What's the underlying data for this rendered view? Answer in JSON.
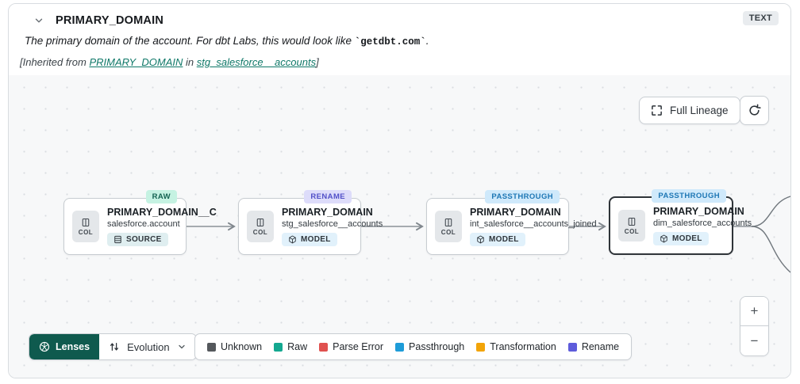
{
  "header": {
    "title": "PRIMARY_DOMAIN",
    "type_badge": "TEXT",
    "description": {
      "prefix": "The primary domain of the account. For dbt Labs, this would look like ",
      "code": "`getdbt.com`",
      "suffix": "."
    },
    "inherited": {
      "prefix": "[Inherited from ",
      "column_link": "PRIMARY_DOMAIN",
      "middle": " in ",
      "model_link": "stg_salesforce__accounts",
      "suffix": "]"
    }
  },
  "lineage": {
    "full_lineage_button": "Full Lineage",
    "nodes": [
      {
        "status": "RAW",
        "col_label": "COL",
        "title": "PRIMARY_DOMAIN__C",
        "subtitle": "salesforce.account",
        "resource": "SOURCE"
      },
      {
        "status": "RENAME",
        "col_label": "COL",
        "title": "PRIMARY_DOMAIN",
        "subtitle": "stg_salesforce__accounts",
        "resource": "MODEL"
      },
      {
        "status": "PASSTHROUGH",
        "col_label": "COL",
        "title": "PRIMARY_DOMAIN",
        "subtitle": "int_salesforce__accounts_joined",
        "resource": "MODEL"
      },
      {
        "status": "PASSTHROUGH",
        "col_label": "COL",
        "title": "PRIMARY_DOMAIN",
        "subtitle": "dim_salesforce_accounts",
        "resource": "MODEL"
      }
    ]
  },
  "toolbar": {
    "lenses_label": "Lenses",
    "lens_selected": "Evolution"
  },
  "legend": {
    "items": [
      {
        "label": "Unknown",
        "color": "#54585C"
      },
      {
        "label": "Raw",
        "color": "#14A890"
      },
      {
        "label": "Parse Error",
        "color": "#E0514F"
      },
      {
        "label": "Passthrough",
        "color": "#1E9CD8"
      },
      {
        "label": "Transformation",
        "color": "#F2A408"
      },
      {
        "label": "Rename",
        "color": "#5E5CDB"
      }
    ]
  },
  "zoom_controls": {
    "zoom_in": "+",
    "zoom_out": "−"
  },
  "colors": {
    "link_teal": "#0F7868",
    "lenses_bg": "#0F5A4E",
    "canvas_bg": "#F7F8F9",
    "status_raw_bg": "#C5F2E2",
    "status_raw_text": "#156352",
    "status_rename_bg": "#DDDCFA",
    "status_rename_text": "#5150C8",
    "status_passthrough_bg": "#CFE9FB",
    "status_passthrough_text": "#1E77B5",
    "resource_source_bg": "#DFEEF0",
    "resource_model_bg": "#E1F1FB",
    "selected_node_border": "#2F3439"
  }
}
